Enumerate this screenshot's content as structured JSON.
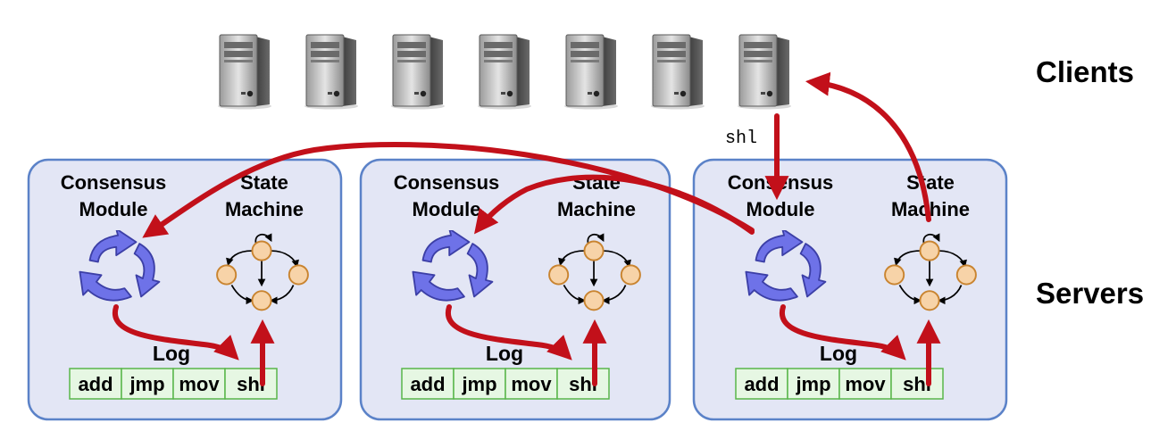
{
  "clients_label": "Clients",
  "servers_label": "Servers",
  "command_label": "shl",
  "client_icon": "server-tower-icon",
  "consensus_icon": "cycle-arrows-icon",
  "colors": {
    "server_box_fill": "#e3e6f5",
    "server_box_stroke": "#5b82c8",
    "arrow": "#c2101a",
    "log_cell_fill": "#e6f7e3",
    "log_cell_stroke": "#59b64a",
    "consensus_icon": "#6e72e8",
    "state_node": "#f7d3a8"
  },
  "servers": [
    {
      "consensus_title": [
        "Consensus",
        "Module"
      ],
      "state_title": [
        "State",
        "Machine"
      ],
      "log_title": "Log",
      "log_entries": [
        "add",
        "jmp",
        "mov",
        "shl"
      ]
    },
    {
      "consensus_title": [
        "Consensus",
        "Module"
      ],
      "state_title": [
        "State",
        "Machine"
      ],
      "log_title": "Log",
      "log_entries": [
        "add",
        "jmp",
        "mov",
        "shl"
      ]
    },
    {
      "consensus_title": [
        "Consensus",
        "Module"
      ],
      "state_title": [
        "State",
        "Machine"
      ],
      "log_title": "Log",
      "log_entries": [
        "add",
        "jmp",
        "mov",
        "shl"
      ]
    }
  ]
}
